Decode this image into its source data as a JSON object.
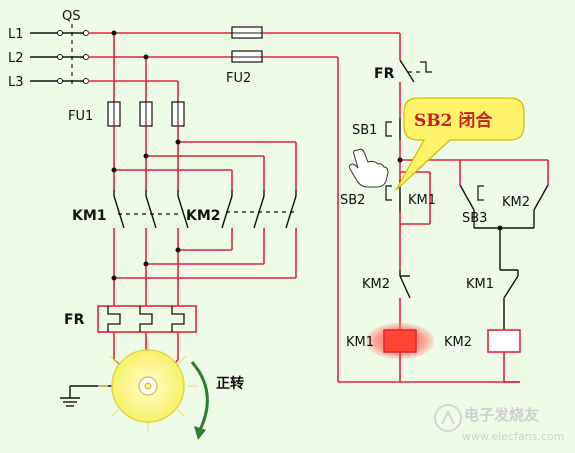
{
  "labels": {
    "qs": "QS",
    "l1": "L1",
    "l2": "L2",
    "l3": "L3",
    "fu1": "FU1",
    "fu2": "FU2",
    "km1_main": "KM1",
    "km2_main": "KM2",
    "fr_main": "FR",
    "fr_ctrl": "FR",
    "sb1": "SB1",
    "sb2": "SB2",
    "km1_aux": "KM1",
    "km2_aux": "KM2",
    "sb3": "SB3",
    "km2_interlock": "KM2",
    "km1_interlock": "KM1",
    "km1_coil": "KM1",
    "km2_coil": "KM2",
    "motor_direction": "正转",
    "callout": "SB2 闭合",
    "watermark_cn": "电子发烧友",
    "watermark_url": "www.elecfans.com"
  },
  "colors": {
    "wire": "#e8233a",
    "callout_fill": "#fff36b",
    "callout_text": "#c81f1f",
    "motor": "#f7f26a",
    "background": "#eefbe6",
    "coil_glow": "#ff3b30",
    "direction_arrow": "#2e7d32"
  },
  "icons": {
    "hand": "pointing-hand-icon",
    "logo": "elecfans-logo-icon",
    "arrow": "rotation-arrow-icon"
  }
}
